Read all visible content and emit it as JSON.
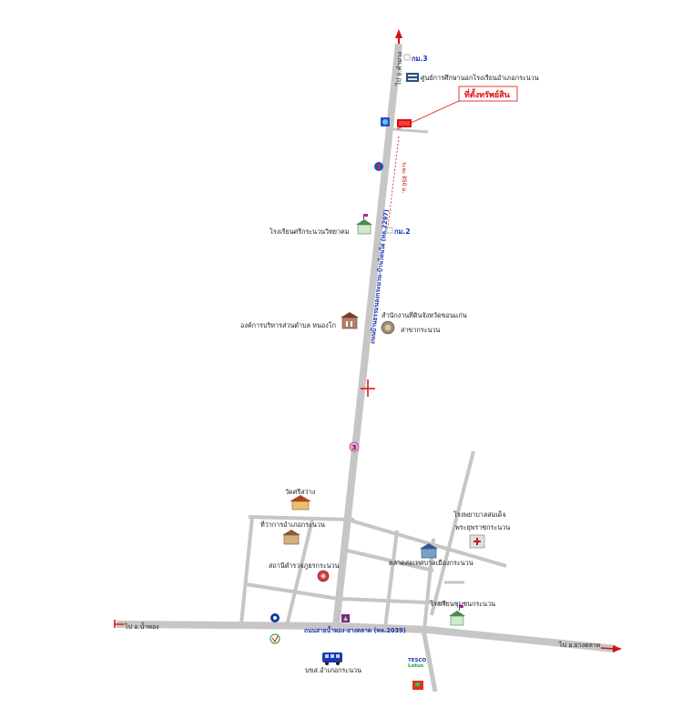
{
  "roads": {
    "main_north": "ถนนบ้านธรรมนองกระนวน-บ้านไหนไผ่ (ทล.2297)",
    "main_east_west": "ถนนสายน้ำพอง-ยางตลาด (ทล.2039)",
    "route_number": "3"
  },
  "directions": {
    "north": "ไป อ.คำม่วง",
    "west": "ไป อ.น้ำพอง",
    "east": "ไป อ.ยางตลาด"
  },
  "km_markers": {
    "km3": "กม.3",
    "km2": "กม.2"
  },
  "property": {
    "label": "ที่ตั้งทรัพย์สิน",
    "distance": "ระยะ 850 ม."
  },
  "places": {
    "learning_center": "ศูนย์การศึกษานอกโรงเรียนอำเภอกระนวน",
    "school_srikranuan": "โรงเรียนศรีกระนวนวิทยาคม",
    "tao_nongko": "องค์การบริหารส่วนตำบล หนองโก",
    "land_office_line1": "สำนักงานที่ดินจังหวัดขอนแก่น",
    "land_office_line2": "สาขากระนวน",
    "wat_srisawang": "วัดศรีสว่าง",
    "district_office": "ที่ว่าการอำเภอกระนวน",
    "police_station": "สถานีตำรวจภูธรกระนวน",
    "hospital_line1": "โรงพยาบาลสมเด็จ",
    "hospital_line2": "พระยุพราชกระนวน",
    "municipal_market": "ตลาดสดเทศบาลเมืองกระนวน",
    "school_chumchon": "โรงเรียนชุมชนกระนวน",
    "bus_terminal": "บขส.อำเภอกระนวน",
    "tesco_line1": "TESCO",
    "tesco_line2": "Lotus"
  },
  "colors": {
    "road": "#c8c8c8",
    "property_marker": "#d81010",
    "arrow": "#d81010",
    "label_blue": "#1030c0"
  }
}
